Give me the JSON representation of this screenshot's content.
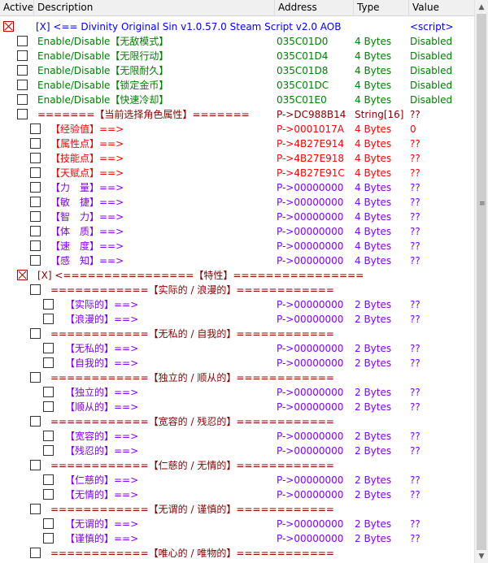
{
  "header": {
    "active": "Active",
    "description": "Description",
    "address": "Address",
    "type": "Type",
    "value": "Value"
  },
  "colors": {
    "blue": "#0000ff",
    "green": "#008000",
    "darkred": "#8b0000",
    "red": "#ff0000",
    "purple": "#8000ff"
  },
  "rows": [
    {
      "cb": "x",
      "d": "[X] <== Divinity Original Sin v1.0.57.0 Steam Script v2.0 AOB",
      "a": "",
      "t": "",
      "v": "<script>",
      "c": "blue"
    },
    {
      "cb": "box",
      "d": "Enable/Disable【无敌模式】",
      "a": "035C01D0",
      "t": "4 Bytes",
      "v": "Disabled",
      "c": "green"
    },
    {
      "cb": "box",
      "d": "Enable/Disable【无限行动】",
      "a": "035C01D4",
      "t": "4 Bytes",
      "v": "Disabled",
      "c": "green"
    },
    {
      "cb": "box",
      "d": "Enable/Disable【无限耐久】",
      "a": "035C01D8",
      "t": "4 Bytes",
      "v": "Disabled",
      "c": "green"
    },
    {
      "cb": "box",
      "d": "Enable/Disable【锁定金币】",
      "a": "035C01DC",
      "t": "4 Bytes",
      "v": "Disabled",
      "c": "green"
    },
    {
      "cb": "box",
      "d": "Enable/Disable【快速冷却】",
      "a": "035C01E0",
      "t": "4 Bytes",
      "v": "Disabled",
      "c": "green"
    },
    {
      "cb": "box",
      "d": "=======【当前选择角色属性】=======",
      "a": "P->DC988B14",
      "t": "String[16]",
      "v": "??",
      "c": "darkred"
    },
    {
      "cb": "box",
      "d": "【经验值】==>",
      "a": "P->0001017A",
      "t": "4 Bytes",
      "v": "0",
      "c": "red"
    },
    {
      "cb": "box",
      "d": "【属性点】==>",
      "a": "P->4B27E914",
      "t": "4 Bytes",
      "v": "??",
      "c": "red"
    },
    {
      "cb": "box",
      "d": "【技能点】==>",
      "a": "P->4B27E918",
      "t": "4 Bytes",
      "v": "??",
      "c": "red"
    },
    {
      "cb": "box",
      "d": "【天赋点】==>",
      "a": "P->4B27E91C",
      "t": "4 Bytes",
      "v": "??",
      "c": "red"
    },
    {
      "cb": "box",
      "d": "【力　量】==>",
      "a": "P->00000000",
      "t": "4 Bytes",
      "v": "??",
      "c": "purple"
    },
    {
      "cb": "box",
      "d": "【敏　捷】==>",
      "a": "P->00000000",
      "t": "4 Bytes",
      "v": "??",
      "c": "purple"
    },
    {
      "cb": "box",
      "d": "【智　力】==>",
      "a": "P->00000000",
      "t": "4 Bytes",
      "v": "??",
      "c": "purple"
    },
    {
      "cb": "box",
      "d": "【体　质】==>",
      "a": "P->00000000",
      "t": "4 Bytes",
      "v": "??",
      "c": "purple"
    },
    {
      "cb": "box",
      "d": "【速　度】==>",
      "a": "P->00000000",
      "t": "4 Bytes",
      "v": "??",
      "c": "purple"
    },
    {
      "cb": "box",
      "d": "【感　知】==>",
      "a": "P->00000000",
      "t": "4 Bytes",
      "v": "??",
      "c": "purple"
    },
    {
      "cb": "x",
      "d": "[X] <================【特性】================",
      "a": "",
      "t": "",
      "v": "",
      "c": "darkred"
    },
    {
      "cb": "box",
      "d": "============【实际的 / 浪漫的】============",
      "a": "",
      "t": "",
      "v": "",
      "c": "darkred"
    },
    {
      "cb": "box",
      "d": "【实际的】==>",
      "a": "P->00000000",
      "t": "2 Bytes",
      "v": "??",
      "c": "purple"
    },
    {
      "cb": "box",
      "d": "【浪漫的】==>",
      "a": "P->00000000",
      "t": "2 Bytes",
      "v": "??",
      "c": "purple"
    },
    {
      "cb": "box",
      "d": "============【无私的 / 自我的】============",
      "a": "",
      "t": "",
      "v": "",
      "c": "darkred"
    },
    {
      "cb": "box",
      "d": "【无私的】==>",
      "a": "P->00000000",
      "t": "2 Bytes",
      "v": "??",
      "c": "purple"
    },
    {
      "cb": "box",
      "d": "【自我的】==>",
      "a": "P->00000000",
      "t": "2 Bytes",
      "v": "??",
      "c": "purple"
    },
    {
      "cb": "box",
      "d": "============【独立的 / 顺从的】============",
      "a": "",
      "t": "",
      "v": "",
      "c": "darkred"
    },
    {
      "cb": "box",
      "d": "【独立的】==>",
      "a": "P->00000000",
      "t": "2 Bytes",
      "v": "??",
      "c": "purple"
    },
    {
      "cb": "box",
      "d": "【顺从的】==>",
      "a": "P->00000000",
      "t": "2 Bytes",
      "v": "??",
      "c": "purple"
    },
    {
      "cb": "box",
      "d": "============【宽容的 / 残忍的】============",
      "a": "",
      "t": "",
      "v": "",
      "c": "darkred"
    },
    {
      "cb": "box",
      "d": "【宽容的】==>",
      "a": "P->00000000",
      "t": "2 Bytes",
      "v": "??",
      "c": "purple"
    },
    {
      "cb": "box",
      "d": "【残忍的】==>",
      "a": "P->00000000",
      "t": "2 Bytes",
      "v": "??",
      "c": "purple"
    },
    {
      "cb": "box",
      "d": "============【仁慈的 / 无情的】============",
      "a": "",
      "t": "",
      "v": "",
      "c": "darkred"
    },
    {
      "cb": "box",
      "d": "【仁慈的】==>",
      "a": "P->00000000",
      "t": "2 Bytes",
      "v": "??",
      "c": "purple"
    },
    {
      "cb": "box",
      "d": "【无情的】==>",
      "a": "P->00000000",
      "t": "2 Bytes",
      "v": "??",
      "c": "purple"
    },
    {
      "cb": "box",
      "d": "============【无谓的 / 谨慎的】============",
      "a": "",
      "t": "",
      "v": "",
      "c": "darkred"
    },
    {
      "cb": "box",
      "d": "【无谓的】==>",
      "a": "P->00000000",
      "t": "2 Bytes",
      "v": "??",
      "c": "purple"
    },
    {
      "cb": "box",
      "d": "【谨慎的】==>",
      "a": "P->00000000",
      "t": "2 Bytes",
      "v": "??",
      "c": "purple"
    },
    {
      "cb": "box",
      "d": "============【唯心的 / 唯物的】============",
      "a": "",
      "t": "",
      "v": "",
      "c": "darkred"
    }
  ]
}
